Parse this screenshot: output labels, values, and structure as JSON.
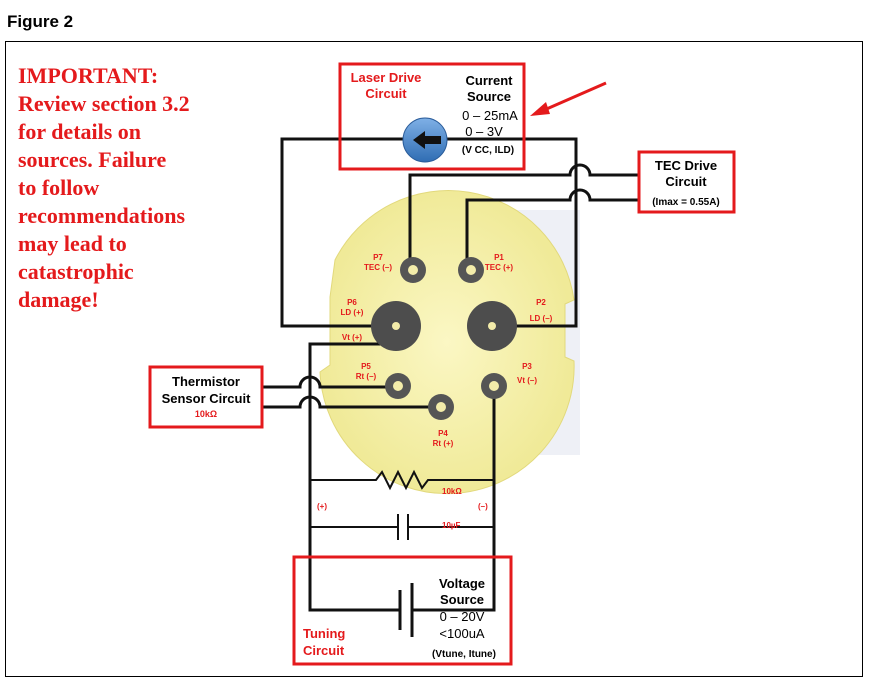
{
  "figure_title": "Figure 2",
  "warning_lines": [
    "IMPORTANT:",
    "Review section 3.2",
    "for details on",
    "sources.  Failure",
    "to follow",
    "recommendations",
    "may lead to",
    "catastrophic",
    "damage!"
  ],
  "laser_box": {
    "title_line1": "Laser Drive",
    "title_line2": "Circuit",
    "source_line1": "Current",
    "source_line2": "Source",
    "range1": "0 – 25mA",
    "range2": "0 – 3V",
    "params": "(V CC, ILD)"
  },
  "tec_box": {
    "line1": "TEC Drive",
    "line2": "Circuit",
    "line3": "(Imax = 0.55A)"
  },
  "thermistor_box": {
    "line1": "Thermistor",
    "line2": "Sensor Circuit",
    "line3": "10kΩ"
  },
  "tuning_box": {
    "label1": "Tuning",
    "label2": "Circuit",
    "source1": "Voltage",
    "source2": "Source",
    "range1": "0 – 20V",
    "range2": "<100uA",
    "params": "(Vtune, Itune)"
  },
  "pins": {
    "p7_name": "P7",
    "p7_func": "TEC (–)",
    "p1_name": "P1",
    "p1_func": "TEC (+)",
    "p6_name": "P6",
    "p6_func": "LD (+)",
    "p2_name": "P2",
    "p2_func": "LD (–)",
    "vt_plus": "Vt (+)",
    "p5_name": "P5",
    "p5_func": "Rt (–)",
    "p3_name": "P3",
    "p3_func": "Vt (–)",
    "p4_name": "P4",
    "p4_func": "Rt (+)"
  },
  "components": {
    "resistor": "10kΩ",
    "capacitor": "10µF",
    "plus": "(+)",
    "minus": "(–)"
  },
  "colors": {
    "red": "#e41a1c",
    "pad_yellow": "#f5f0a8",
    "pad_dark": "#4d4d4d",
    "blue_source": "#4a86c8"
  }
}
